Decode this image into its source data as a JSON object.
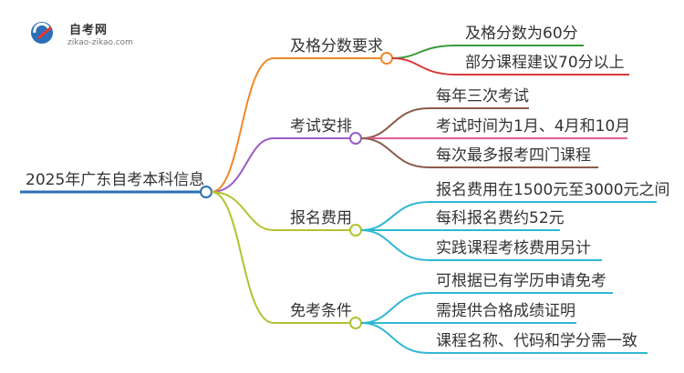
{
  "brand": {
    "title": "自考网",
    "url": "zikao-zikao.com"
  },
  "mindmap": {
    "root": "2025年广东自考本科信息",
    "branches": [
      {
        "label": "及格分数要求",
        "color": "#f0882b",
        "leaf_color": "#3a9a3a",
        "leaves": [
          "及格分数为60分",
          "部分课程建议70分以上"
        ],
        "leaf_colors": [
          "#3a9a3a",
          "#d63a3a"
        ]
      },
      {
        "label": "考试安排",
        "color": "#9a5cc6",
        "leaves": [
          "每年三次考试",
          "考试时间为1月、4月和10月",
          "每次最多报考四门课程"
        ],
        "leaf_colors": [
          "#8b5a4a",
          "#e75b9a",
          "#8b5a4a"
        ]
      },
      {
        "label": "报名费用",
        "color": "#b3c230",
        "leaves": [
          "报名费用在1500元至3000元之间",
          "每科报名费约52元",
          "实践课程考核费用另计"
        ],
        "leaf_colors": [
          "#2fb8d2",
          "#2fb8d2",
          "#2fb8d2"
        ]
      },
      {
        "label": "免考条件",
        "color": "#b3c230",
        "leaves": [
          "可根据已有学历申请免考",
          "需提供合格成绩证明",
          "课程名称、代码和学分需一致"
        ],
        "leaf_colors": [
          "#2fb8d2",
          "#2fb8d2",
          "#2fb8d2"
        ]
      }
    ]
  }
}
